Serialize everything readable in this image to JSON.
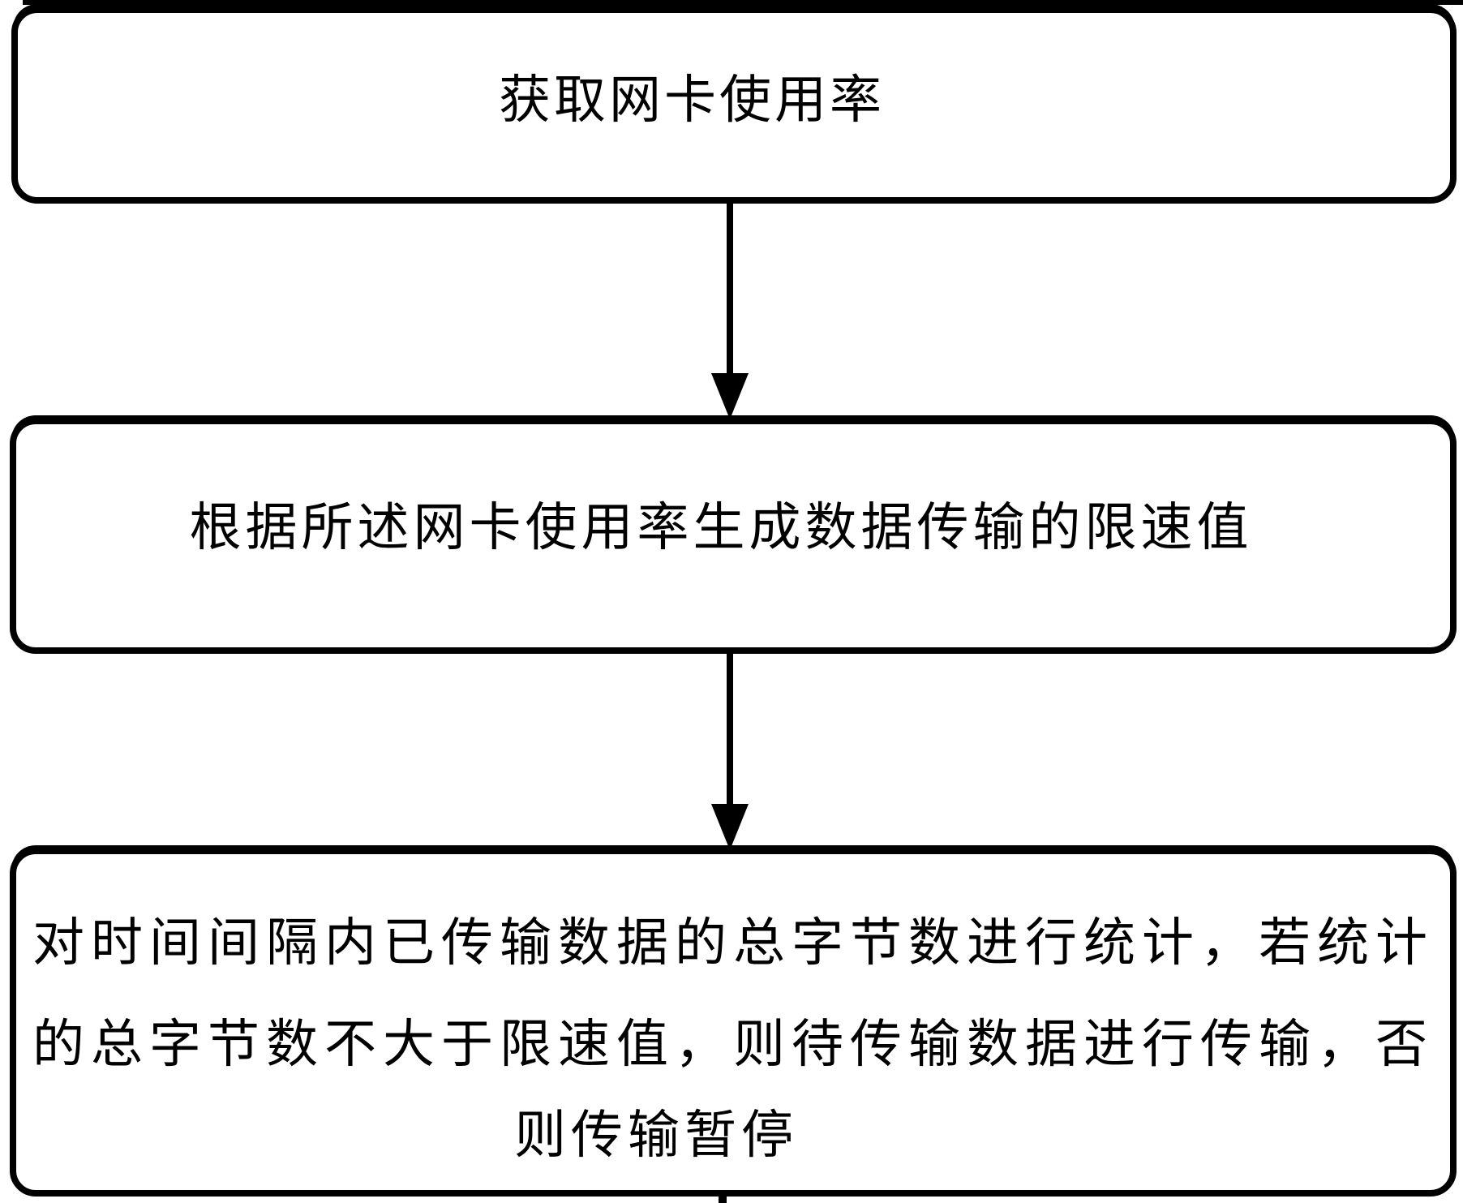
{
  "flowchart": {
    "background_color": "#ffffff",
    "stroke_color": "#000000",
    "nodes": [
      {
        "id": "get-nic-usage",
        "label": "获取网卡使用率"
      },
      {
        "id": "generate-rate-limit",
        "label": "根据所述网卡使用率生成数据传输的限速值"
      },
      {
        "id": "count-bytes-and-decide",
        "label": "对时间间隔内已传输数据的总字节数进行统计，若统计的总字节数不大于限速值，则待传输数据进行传输，否则传输暂停",
        "lines": [
          "对时间间隔内已传输数据的总字节数进行统计，若统计",
          "的总字节数不大于限速值，则待传输数据进行传输，否",
          "则传输暂停"
        ]
      }
    ],
    "connectors": [
      {
        "from": "get-nic-usage",
        "to": "generate-rate-limit",
        "style": "arrow-down"
      },
      {
        "from": "generate-rate-limit",
        "to": "count-bytes-and-decide",
        "style": "arrow-down"
      },
      {
        "from": "count-bytes-and-decide",
        "to": "",
        "style": "stub-cut-off"
      }
    ]
  }
}
